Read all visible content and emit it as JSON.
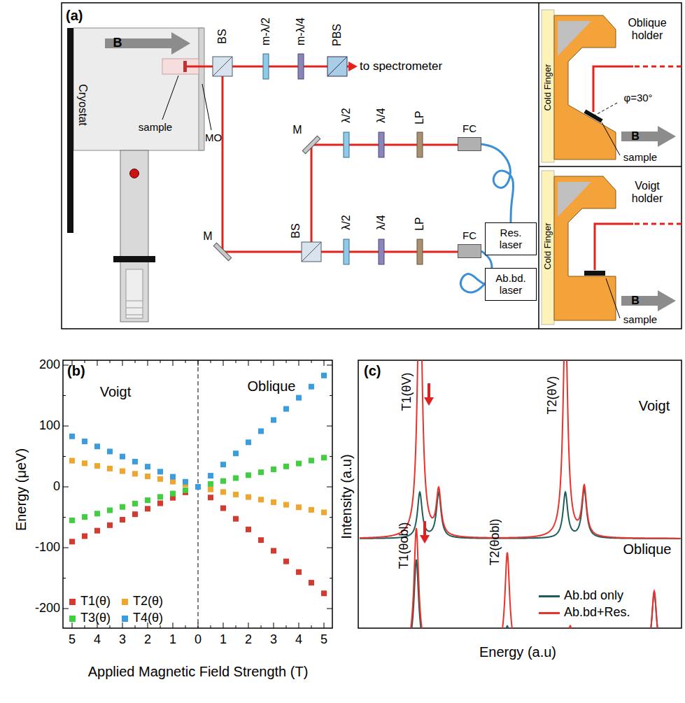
{
  "diagram": {
    "nodes": [
      {
        "text": [
          "Res. laser"
        ]
      },
      {
        "text": [
          "Ab.bd. laser"
        ]
      },
      {
        "text": [
          "FC"
        ]
      },
      {
        "text": [
          "FC"
        ]
      }
    ],
    "edges": [
      {
        "from": 2,
        "to": 0,
        "arrow": "none"
      },
      {
        "from": 3,
        "to": 1,
        "arrow": "none"
      }
    ],
    "labels": [
      "(a)",
      "B",
      "Cryostat",
      "sample",
      "MO",
      "BS",
      "m-λ/2",
      "m-λ/4",
      "PBS",
      "to spectrometer",
      "M",
      "λ/2",
      "λ/4",
      "LP",
      "M",
      "BS",
      "λ/2",
      "λ/4",
      "LP",
      "Oblique holder",
      "φ=30°",
      "B",
      "sample",
      "Cold Finger",
      "Voigt holder",
      "B",
      "sample",
      "Cold Finger",
      "(b)",
      "Voigt",
      "Oblique",
      "200",
      "100",
      "0",
      "-100",
      "-200",
      "5",
      "4",
      "3",
      "2",
      "1",
      "0",
      "1",
      "2",
      "3",
      "4",
      "5",
      "Energy (μeV)",
      "Applied Magnetic Field Strength (T)",
      "(c)",
      "Intensity (a.u)",
      "Energy (a.u)",
      "Voigt",
      "Oblique",
      "T1(θV)",
      "T2(θV)",
      "T1(θobl)",
      "T2(θobl)"
    ],
    "legend": [
      {
        "text": "T1(θ)",
        "color": "#d63a2f"
      },
      {
        "text": "T2(θ)",
        "color": "#f0a52c"
      },
      {
        "text": "T3(θ)",
        "color": "#3fcf3f"
      },
      {
        "text": "T4(θ)",
        "color": "#3a9de0"
      },
      {
        "text": "Ab.bd only"
      },
      {
        "text": "Ab.bd+Res."
      }
    ]
  }
}
